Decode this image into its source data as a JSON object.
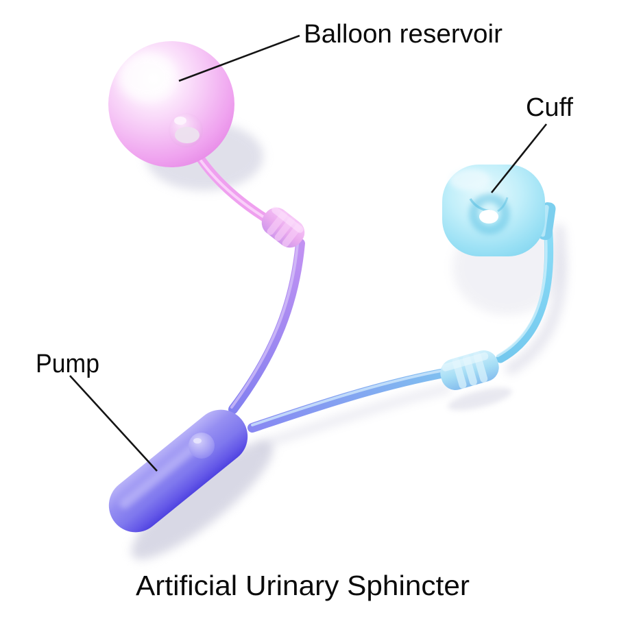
{
  "diagram": {
    "title": "Artificial Urinary Sphincter",
    "labels": {
      "balloon_reservoir": "Balloon reservoir",
      "cuff": "Cuff",
      "pump": "Pump"
    },
    "colors": {
      "background": "#ffffff",
      "text": "#0a0a0a",
      "balloon_pink": "#ea8cea",
      "tube_pink": "#f0a2f0",
      "tube_purple": "#8d85f0",
      "tube_blue": "#7fc0f0",
      "cuff_cyan": "#8fdcf5",
      "pump_purple": "#7b6fec",
      "shadow_gray": "#c3c3d6"
    }
  }
}
